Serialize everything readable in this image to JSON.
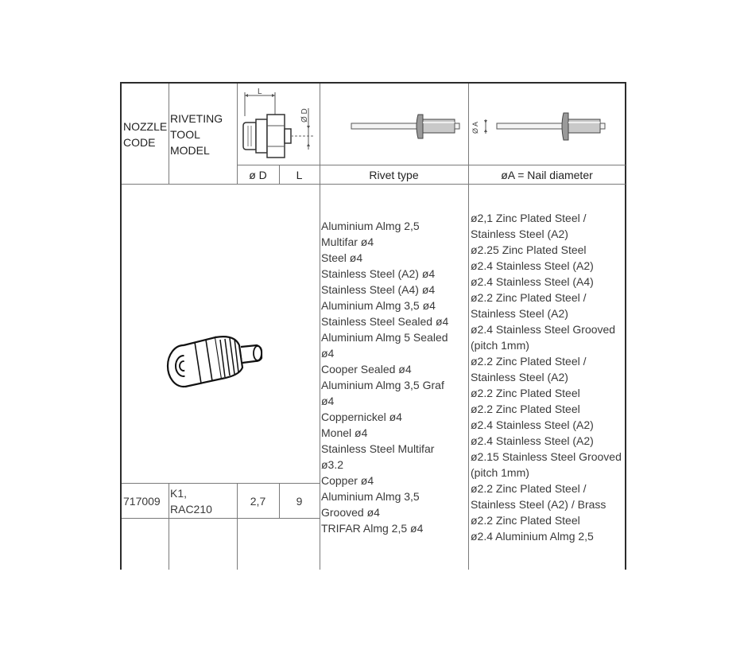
{
  "header": {
    "nozzle_code": "NOZZLE CODE",
    "tool_model": "RIVETING TOOL MODEL",
    "diam_d": "ø D",
    "length_l": "L",
    "rivet_type": "Rivet type",
    "nail_diameter": "øA = Nail diameter",
    "diagram_label_l": "L",
    "diagram_label_d": "Ø D",
    "diagram_label_a": "Ø A"
  },
  "row": {
    "code": "717009",
    "model": "K1, RAC210",
    "diam": "2,7",
    "length": "9"
  },
  "rivet_types": [
    "Aluminium Almg 2,5",
    "Multifar  ø4",
    "Steel  ø4",
    "Stainless Steel (A2) ø4",
    "Stainless Steel (A4) ø4",
    "Aluminium Almg 3,5  ø4",
    "Stainless Steel Sealed ø4",
    "Aluminium Almg 5 Sealed",
    "ø4",
    "Cooper Sealed  ø4",
    "Aluminium Almg 3,5 Graf",
    "ø4",
    "Coppernickel  ø4",
    "Monel  ø4",
    "Stainless Steel Multifar",
    "ø3.2",
    "Copper  ø4",
    "Aluminium Almg 3,5",
    "Grooved  ø4",
    "TRIFAR Almg 2,5  ø4"
  ],
  "nail_diameters": [
    "ø2,1 Zinc Plated Steel /",
    "Stainless Steel (A2)",
    "ø2.25 Zinc Plated Steel",
    "ø2.4 Stainless Steel (A2)",
    "ø2.4 Stainless Steel (A4)",
    "ø2.2 Zinc Plated Steel /",
    "Stainless Steel (A2)",
    "ø2.4 Stainless Steel Grooved",
    "(pitch 1mm)",
    "ø2.2 Zinc Plated Steel /",
    "Stainless Steel (A2)",
    "ø2.2 Zinc Plated Steel",
    "ø2.2 Zinc Plated Steel",
    "ø2.4 Stainless Steel (A2)",
    "ø2.4 Stainless Steel (A2)",
    "ø2.15 Stainless Steel Grooved",
    "(pitch 1mm)",
    "ø2.2 Zinc Plated Steel /",
    "Stainless Steel (A2) / Brass",
    "ø2.2 Zinc Plated Steel",
    "ø2.4 Aluminium Almg 2,5"
  ]
}
